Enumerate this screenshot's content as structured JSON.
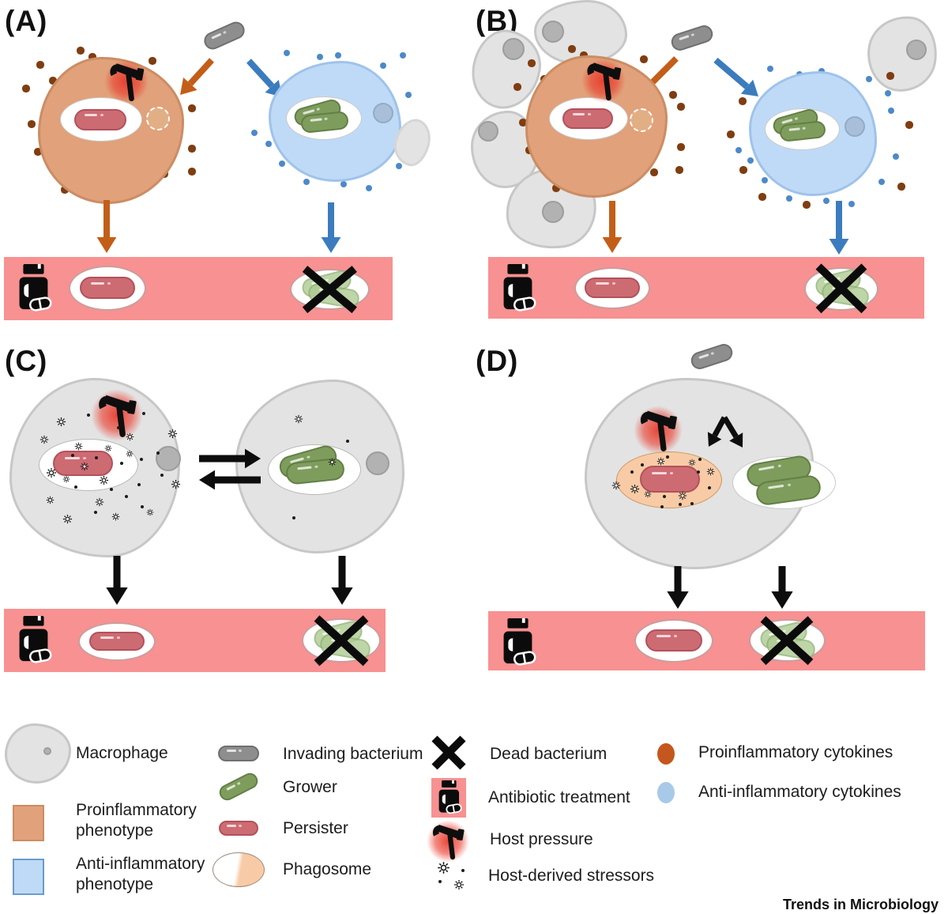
{
  "journal": "Trends in Microbiology",
  "panels": [
    {
      "id": "a",
      "label": "(A)"
    },
    {
      "id": "b",
      "label": "(B)"
    },
    {
      "id": "c",
      "label": "(C)"
    },
    {
      "id": "d",
      "label": "(D)"
    }
  ],
  "legend": {
    "items": [
      {
        "icon": "macrophage-icon",
        "label": "Macrophage"
      },
      {
        "icon": "proinflammatory-phenotype-swatch",
        "label": "Proinflammatory phenotype"
      },
      {
        "icon": "anti-inflammatory-phenotype-swatch",
        "label": "Anti-inflammatory phenotype"
      },
      {
        "icon": "invading-bacterium-icon",
        "label": "Invading bacterium"
      },
      {
        "icon": "grower-icon",
        "label": "Grower"
      },
      {
        "icon": "persister-icon",
        "label": "Persister"
      },
      {
        "icon": "phagosome-icon",
        "label": "Phagosome"
      },
      {
        "icon": "dead-bacterium-icon",
        "label": "Dead bacterium"
      },
      {
        "icon": "antibiotic-treatment-icon",
        "label": "Antibiotic treatment"
      },
      {
        "icon": "host-pressure-icon",
        "label": "Host pressure"
      },
      {
        "icon": "host-derived-stressors-icon",
        "label": "Host-derived stressors"
      },
      {
        "icon": "proinflammatory-cytokines-icon",
        "label": "Proinflammatory cytokines"
      },
      {
        "icon": "anti-inflammatory-cytokines-icon",
        "label": "Anti-inflammatory cytokines"
      }
    ]
  },
  "colors": {
    "bar_pink": "#F89191",
    "bar_oval_rim": "#cc9c9c",
    "macrophage_gray": "#E3E3E3",
    "macrophage_gray_border": "#C7C7C7",
    "nucleus_gray": "#B2B2B2",
    "nucleus_gray_border": "#9D9D9D",
    "proinflammatory_orange": "#E1A17A",
    "proinflammatory_border": "#CB8D64",
    "antiinflammatory_blue": "#BFDAF7",
    "antiinflammatory_border": "#9FC3EA",
    "persister_red": "#CD6B73",
    "persister_border": "#B2515B",
    "grower_green": "#7E9D5D",
    "grower_border": "#637F45",
    "dead_green": "#AECB93",
    "dead_green_border": "#8FB273",
    "invading_gray": "#8E8E8E",
    "invading_border": "#6F6F6F",
    "pro_cytokine_dot": "#7F3D11",
    "anti_cytokine_dot": "#4D89C8",
    "legend_pro_cytokine": "#C4571D",
    "legend_anti_cytokine": "#A9C9E9",
    "orange_arrow": "#C35E18",
    "blue_arrow": "#3B7CBE",
    "black_arrow": "#0d0d0d",
    "phagosome_peach": "#F8CBA6",
    "phagosome_peach_border": "#C9995F",
    "glow_red": "#E93C2D",
    "dashed_vesicle_fill": "#E2AF85",
    "blue_vesicle_fill": "#A9BFD9",
    "blue_vesicle_border": "#93ABC7"
  }
}
